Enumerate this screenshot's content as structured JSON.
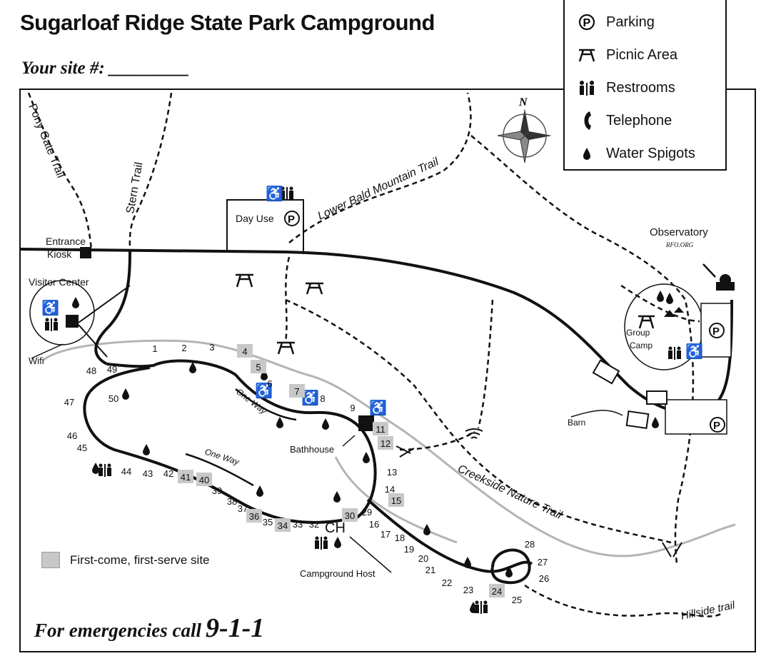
{
  "title": "Sugarloaf Ridge State Park Campground",
  "your_site_label": "Your site #: _________",
  "legend": {
    "items": [
      {
        "icon": "parking-icon",
        "label": "Parking"
      },
      {
        "icon": "picnic-table-icon",
        "label": "Picnic Area"
      },
      {
        "icon": "restrooms-icon",
        "label": "Restrooms"
      },
      {
        "icon": "telephone-icon",
        "label": "Telephone"
      },
      {
        "icon": "water-drop-icon",
        "label": "Water Spigots"
      }
    ]
  },
  "compass": {
    "north": "N"
  },
  "trails": {
    "pony_gate": "Pony Gate Trail",
    "stern": "Stern Trail",
    "lower_bald": "Lower Bald Mountain Trail",
    "creekside": "Creekside Nature Trail",
    "hillside": "Hillside trail"
  },
  "places": {
    "entrance_kiosk_1": "Entrance",
    "entrance_kiosk_2": "Kiosk",
    "visitor_center": "Visitor Center",
    "wifi": "Wifi",
    "day_use": "Day Use",
    "observatory": "Observatory",
    "observatory_site": "RFO.ORG",
    "group_camp_1": "Group",
    "group_camp_2": "Camp",
    "barn": "Barn",
    "bathhouse": "Bathhouse",
    "campground_host": "Campground Host",
    "ch": "CH",
    "one_way": "One Way"
  },
  "sites": [
    {
      "n": "1",
      "ffs": false
    },
    {
      "n": "2",
      "ffs": false
    },
    {
      "n": "3",
      "ffs": false
    },
    {
      "n": "4",
      "ffs": true
    },
    {
      "n": "5",
      "ffs": true
    },
    {
      "n": "6",
      "ffs": false
    },
    {
      "n": "7",
      "ffs": true
    },
    {
      "n": "8",
      "ffs": false
    },
    {
      "n": "9",
      "ffs": false
    },
    {
      "n": "11",
      "ffs": true
    },
    {
      "n": "12",
      "ffs": true
    },
    {
      "n": "13",
      "ffs": false
    },
    {
      "n": "14",
      "ffs": false
    },
    {
      "n": "15",
      "ffs": true
    },
    {
      "n": "16",
      "ffs": false
    },
    {
      "n": "17",
      "ffs": false
    },
    {
      "n": "18",
      "ffs": false
    },
    {
      "n": "19",
      "ffs": false
    },
    {
      "n": "20",
      "ffs": false
    },
    {
      "n": "21",
      "ffs": false
    },
    {
      "n": "22",
      "ffs": false
    },
    {
      "n": "23",
      "ffs": false
    },
    {
      "n": "24",
      "ffs": true
    },
    {
      "n": "25",
      "ffs": false
    },
    {
      "n": "26",
      "ffs": false
    },
    {
      "n": "27",
      "ffs": false
    },
    {
      "n": "28",
      "ffs": false
    },
    {
      "n": "29",
      "ffs": false
    },
    {
      "n": "30",
      "ffs": true
    },
    {
      "n": "32",
      "ffs": false
    },
    {
      "n": "33",
      "ffs": false
    },
    {
      "n": "34",
      "ffs": true
    },
    {
      "n": "35",
      "ffs": false
    },
    {
      "n": "36",
      "ffs": true
    },
    {
      "n": "37",
      "ffs": false
    },
    {
      "n": "38",
      "ffs": false
    },
    {
      "n": "39",
      "ffs": false
    },
    {
      "n": "40",
      "ffs": true
    },
    {
      "n": "41",
      "ffs": true
    },
    {
      "n": "42",
      "ffs": false
    },
    {
      "n": "43",
      "ffs": false
    },
    {
      "n": "44",
      "ffs": false
    },
    {
      "n": "45",
      "ffs": false
    },
    {
      "n": "46",
      "ffs": false
    },
    {
      "n": "47",
      "ffs": false
    },
    {
      "n": "48",
      "ffs": false
    },
    {
      "n": "49",
      "ffs": false
    },
    {
      "n": "50",
      "ffs": false
    }
  ],
  "first_come_label": "First-come, first-serve site",
  "emergency": {
    "text": "For emergencies call",
    "number": "9-1-1"
  },
  "colors": {
    "ink": "#111111",
    "ffs_fill": "#c8c8c8",
    "creek": "#b4b4b4"
  }
}
